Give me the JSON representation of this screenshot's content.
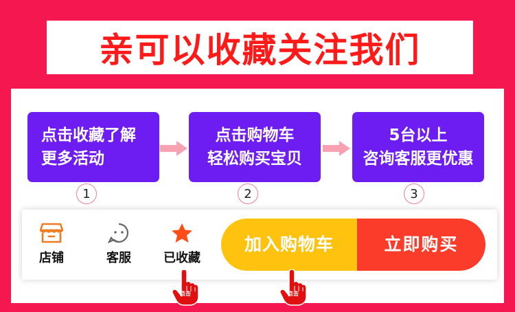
{
  "banner": {
    "title": "亲可以收藏关注我们"
  },
  "steps": [
    {
      "number": "1",
      "line1": "点击收藏了解",
      "line2": "更多活动"
    },
    {
      "number": "2",
      "line1": "点击购物车",
      "line2": "轻松购买宝贝"
    },
    {
      "number": "3",
      "line1": "5台以上",
      "line2": "咨询客服更优惠"
    }
  ],
  "bottom_bar": {
    "shop_label": "店铺",
    "service_label": "客服",
    "favorite_label": "已收藏",
    "cart_button": "加入购物车",
    "buy_button": "立即购买"
  },
  "hint": {
    "click_label": "点击"
  },
  "icons": {
    "shop": "store-icon",
    "service": "chat-face-icon",
    "favorite": "star-icon",
    "pointer": "hand-pointer-icon"
  },
  "colors": {
    "background": "#f5174f",
    "banner_text": "#ff1a1a",
    "step_box": "#6d1df2",
    "cart_button": "#ffc20e",
    "buy_button": "#fb3c2a",
    "star": "#ff4d1a"
  }
}
